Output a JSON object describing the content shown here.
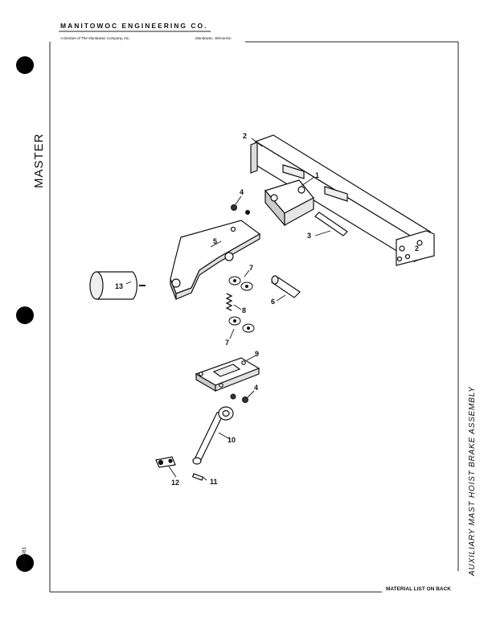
{
  "header": {
    "company": "MANITOWOC ENGINEERING CO.",
    "division": "A Division of The Manitowoc Company, Inc.",
    "location": "Manitowoc, Wisconsin"
  },
  "stamp": "MASTER",
  "doc_number": "3309981",
  "side_title": "AUXILIARY MAST HOIST BRAKE ASSEMBLY",
  "footer": "MATERIAL LIST ON BACK",
  "callouts": {
    "c1": "1",
    "c2": "2",
    "c2b": "2",
    "c3": "3",
    "c4": "4",
    "c4b": "4",
    "c5": "5",
    "c6": "6",
    "c7": "7",
    "c7b": "7",
    "c8": "8",
    "c9": "9",
    "c10": "10",
    "c11": "11",
    "c12": "12",
    "c13": "13"
  }
}
